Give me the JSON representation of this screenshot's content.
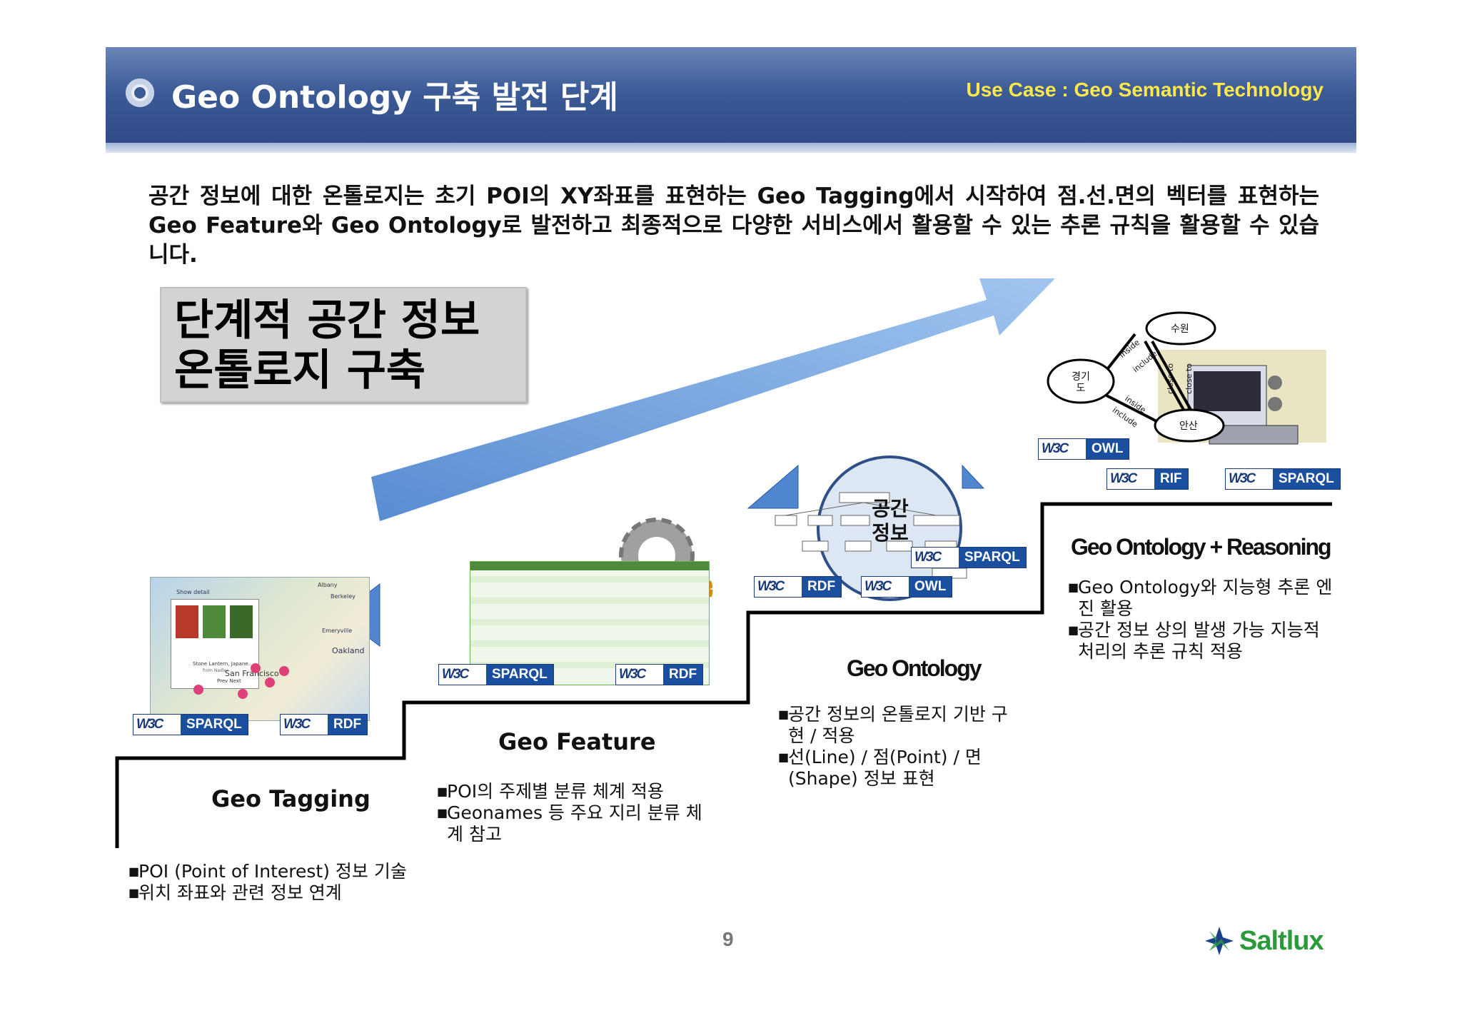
{
  "header": {
    "title": "Geo Ontology 구축 발전 단계",
    "use_case": "Use Case : Geo Semantic Technology"
  },
  "intro": "공간 정보에 대한 온톨로지는 초기 POI의 XY좌표를 표현하는 Geo Tagging에서 시작하여 점.선.면의 벡터를 표현하는 Geo Feature와 Geo Ontology로 발전하고 최종적으로 다양한 서비스에서 활용할 수 있는 추론 규칙을 활용할 수 있습니다.",
  "stage_box": {
    "line1": "단계적 공간 정보",
    "line2": "온톨로지 구축"
  },
  "steps": [
    {
      "title": "Geo Tagging",
      "bullets": [
        "POI (Point of Interest) 정보 기술",
        "위치 좌표와 관련 정보 연계"
      ],
      "badges": [
        "SPARQL",
        "RDF"
      ]
    },
    {
      "title": "Geo Feature",
      "bullets": [
        "POI의 주제별 분류 체계 적용",
        "Geonames 등 주요 지리 분류 체계 참고"
      ],
      "badges": [
        "SPARQL",
        "RDF"
      ]
    },
    {
      "title": "Geo Ontology",
      "bullets": [
        "공간 정보의 온톨로지 기반 구현 / 적용",
        "선(Line) / 점(Point) / 면(Shape) 정보 표현"
      ],
      "badges": [
        "RDF",
        "OWL",
        "SPARQL"
      ],
      "overlay": "공간 정보"
    },
    {
      "title": "Geo Ontology + Reasoning",
      "bullets": [
        "Geo Ontology와 지능형 추론 엔진 활용",
        "공간 정보 상의 발생 가능 지능적 처리의 추론 규칙 적용"
      ],
      "badges": [
        "OWL",
        "RIF",
        "SPARQL"
      ]
    }
  ],
  "w3c_text": "W3C",
  "graph": {
    "nodes": [
      "수원",
      "경기 도",
      "안산"
    ],
    "edges": [
      "inside",
      "include",
      "inside",
      "include",
      "close to",
      "close to"
    ]
  },
  "map_labels": [
    "Show detail",
    "Albany",
    "Berkeley",
    "Emeryville",
    "Oakland",
    "Stone Lantern, Japane...",
    "from Nadler",
    "Prev Next",
    "San Francisco"
  ],
  "page_number": "9",
  "logo": "Saltlux",
  "colors": {
    "header": "#3b5a96",
    "use_case": "#ffe94a",
    "arrow": "#6fa1de",
    "badge": "#1a4fa0",
    "logo": "#2a9a3a"
  }
}
